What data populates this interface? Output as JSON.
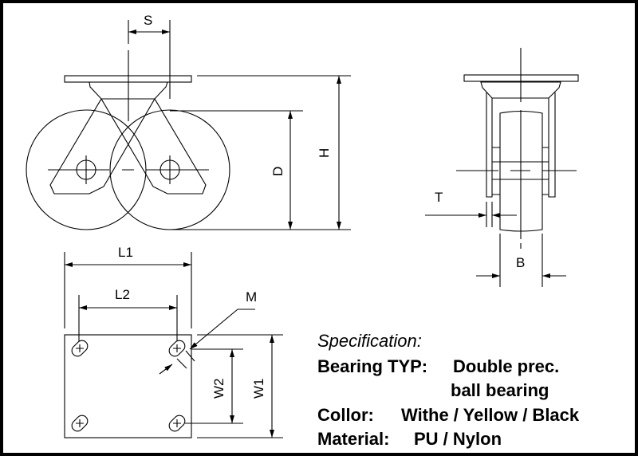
{
  "labels": {
    "S": "S",
    "D": "D",
    "H": "H",
    "T": "T",
    "B": "B",
    "L1": "L1",
    "L2": "L2",
    "M": "M",
    "W1": "W1",
    "W2": "W2"
  },
  "specification": {
    "heading": "Specification:",
    "bearing_label": "Bearing TYP:",
    "bearing_value_1": "Double prec.",
    "bearing_value_2": "ball bearing",
    "color_label": "Collor:",
    "color_value": "Withe / Yellow / Black",
    "material_label": "Material:",
    "material_value": "PU / Nylon"
  }
}
